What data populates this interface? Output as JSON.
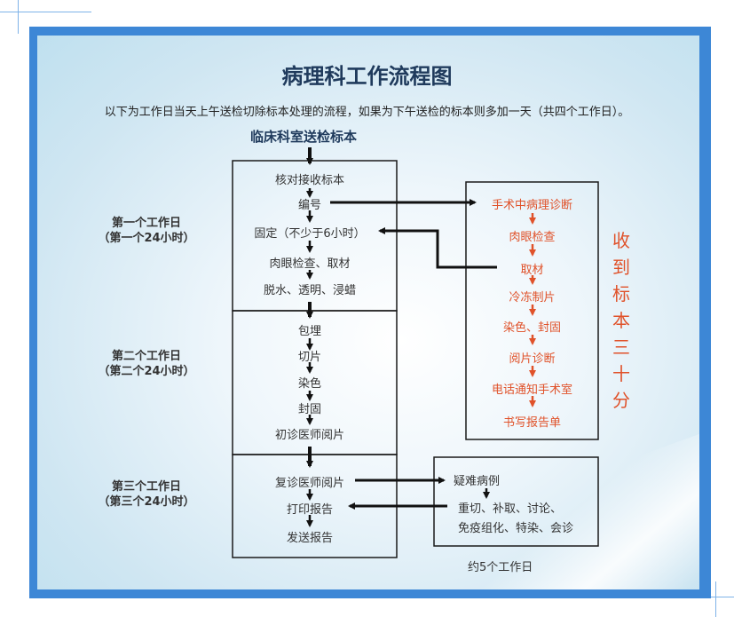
{
  "title": "病理科工作流程图",
  "subtitle": "以下为工作日当天上午送检切除标本处理的流程，如果为下午送检的标本则多加一天（共四个工作日）。",
  "start": "临床科室送检标本",
  "days": [
    {
      "line1": "第一个工作日",
      "line2": "（第一个24小时）"
    },
    {
      "line1": "第二个工作日",
      "line2": "（第二个24小时）"
    },
    {
      "line1": "第三个工作日",
      "line2": "（第三个24小时）"
    }
  ],
  "day1_steps": [
    "核对接收标本",
    "编号",
    "固定（不少于6小时）",
    "肉眼检查、取材",
    "脱水、透明、浸蜡"
  ],
  "day2_steps": [
    "包埋",
    "切片",
    "染色",
    "封固",
    "初诊医师阅片"
  ],
  "day3_steps": [
    "复诊医师阅片",
    "打印报告",
    "发送报告"
  ],
  "frozen_steps": [
    "手术中病理诊断",
    "肉眼检查",
    "取材",
    "冷冻制片",
    "染色、封固",
    "阅片诊断",
    "电话通知手术室",
    "书写报告单"
  ],
  "frozen_note": [
    "收",
    "到",
    "标",
    "本",
    "三",
    "十",
    "分"
  ],
  "difficult": {
    "title": "疑难病例",
    "line1": "重切、补取、讨论、",
    "line2": "免疫组化、特染、会诊",
    "note": "约5个工作日"
  },
  "colors": {
    "frame": "#3d87d6",
    "accent": "#e0522a",
    "title": "#1f3a5c"
  }
}
